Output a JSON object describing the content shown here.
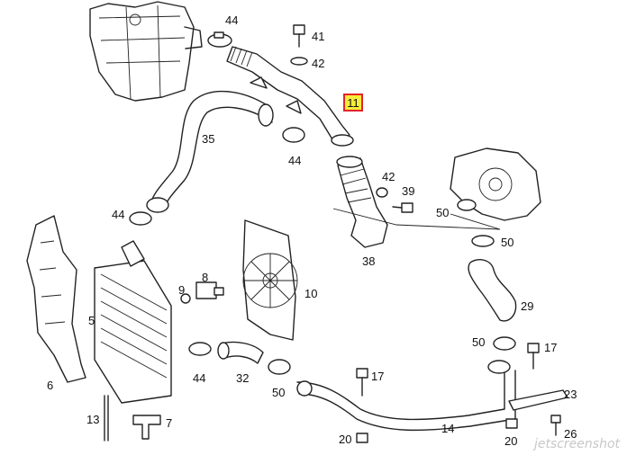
{
  "parts": [
    {
      "id": "44a",
      "number": "44"
    },
    {
      "id": "41",
      "number": "41"
    },
    {
      "id": "42a",
      "number": "42"
    },
    {
      "id": "11",
      "number": "11",
      "highlighted": true
    },
    {
      "id": "35",
      "number": "35"
    },
    {
      "id": "44b",
      "number": "44"
    },
    {
      "id": "42b",
      "number": "42"
    },
    {
      "id": "39",
      "number": "39"
    },
    {
      "id": "50a",
      "number": "50"
    },
    {
      "id": "50b",
      "number": "50"
    },
    {
      "id": "44c",
      "number": "44"
    },
    {
      "id": "38",
      "number": "38"
    },
    {
      "id": "8",
      "number": "8"
    },
    {
      "id": "9",
      "number": "9"
    },
    {
      "id": "10",
      "number": "10"
    },
    {
      "id": "29",
      "number": "29"
    },
    {
      "id": "5",
      "number": "5"
    },
    {
      "id": "50c",
      "number": "50"
    },
    {
      "id": "17a",
      "number": "17"
    },
    {
      "id": "6",
      "number": "6"
    },
    {
      "id": "44d",
      "number": "44"
    },
    {
      "id": "32",
      "number": "32"
    },
    {
      "id": "17b",
      "number": "17"
    },
    {
      "id": "23",
      "number": "23"
    },
    {
      "id": "50d",
      "number": "50"
    },
    {
      "id": "13",
      "number": "13"
    },
    {
      "id": "7",
      "number": "7"
    },
    {
      "id": "14",
      "number": "14"
    },
    {
      "id": "26",
      "number": "26"
    },
    {
      "id": "20a",
      "number": "20"
    },
    {
      "id": "20b",
      "number": "20"
    }
  ],
  "highlight_color": "#f6ee3a",
  "highlight_border": "#e4232a",
  "watermark": "jetscreenshot"
}
